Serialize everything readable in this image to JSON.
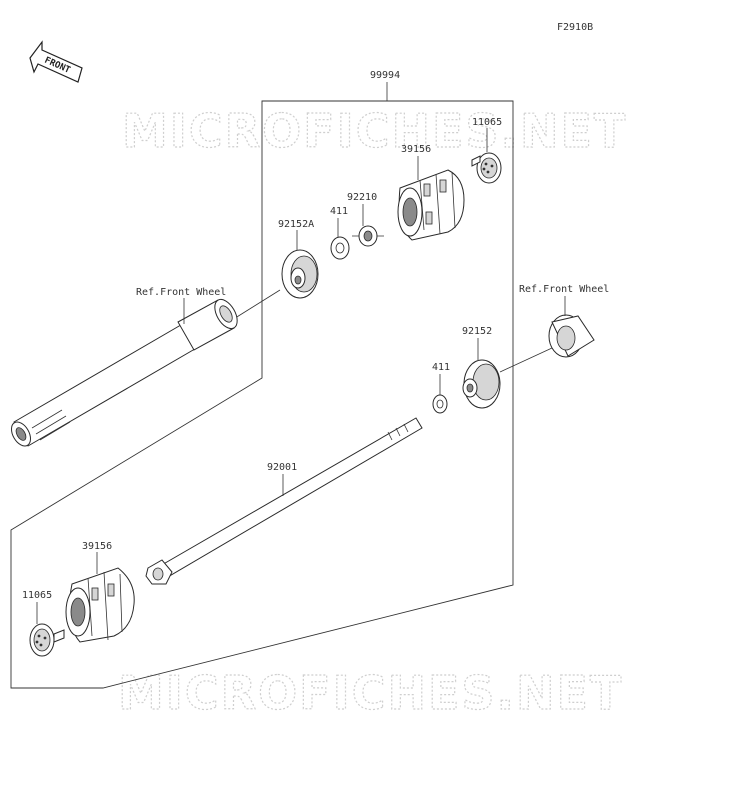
{
  "diagram": {
    "figure_code": "F2910B",
    "front_arrow": "FRONT",
    "watermark": "MICROFICHES.NET",
    "labels": {
      "assembly": "99994",
      "cap_nut_upper_left": "11065",
      "slider_upper": "39156",
      "nut_upper": "92210",
      "washer_upper": "411",
      "collar_upper": "92152A",
      "ref_left": "Ref.Front Wheel",
      "ref_right": "Ref.Front Wheel",
      "collar_lower": "92152",
      "washer_lower": "411",
      "bolt": "92001",
      "slider_lower": "39156",
      "cap_lower": "11065"
    }
  }
}
